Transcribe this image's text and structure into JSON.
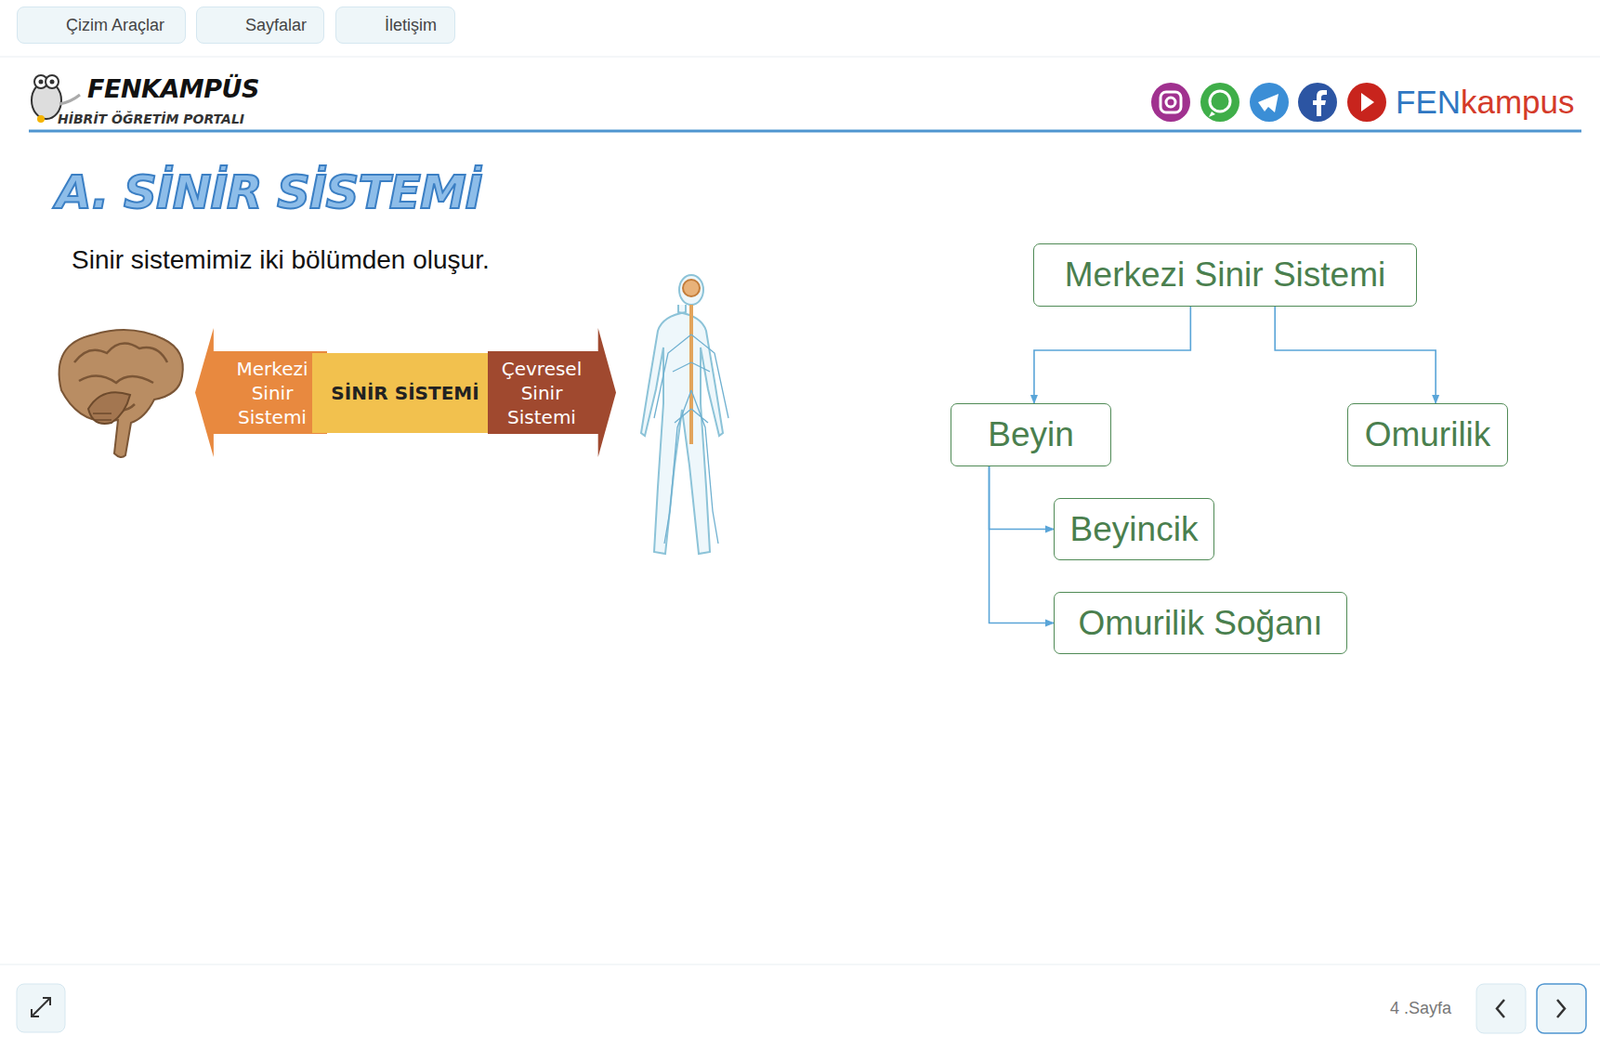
{
  "diagram": {
    "title": "A. SİNİR SİSTEMİ",
    "nodes": [
      {
        "text": [
          "Merkezi Sinir Sistemi"
        ]
      },
      {
        "text": [
          "SİNİR SİSTEMİ"
        ]
      },
      {
        "text": [
          "Çevresel Sinir Sistemi"
        ]
      },
      {
        "text": [
          "Merkezi Sinir Sistemi"
        ]
      },
      {
        "text": [
          "Beyin"
        ]
      },
      {
        "text": [
          "Omurilik"
        ]
      },
      {
        "text": [
          "Beyincik"
        ]
      },
      {
        "text": [
          "Omurilik Soğanı"
        ]
      }
    ],
    "edges": [
      {
        "from": 3,
        "to": 4,
        "arrow": "to"
      },
      {
        "from": 3,
        "to": 5,
        "arrow": "to"
      },
      {
        "from": 4,
        "to": 6,
        "arrow": "to"
      },
      {
        "from": 4,
        "to": 7,
        "arrow": "to"
      }
    ],
    "labels": [
      "Çizim Araçlar",
      "Sayfalar",
      "İletişim",
      "FENKAMPÜS",
      "HİBRİT ÖĞRETİM PORTALI",
      "FEN",
      "kampus",
      "Sinir sistemimiz iki bölümden oluşur.",
      "4 .Sayfa"
    ]
  }
}
